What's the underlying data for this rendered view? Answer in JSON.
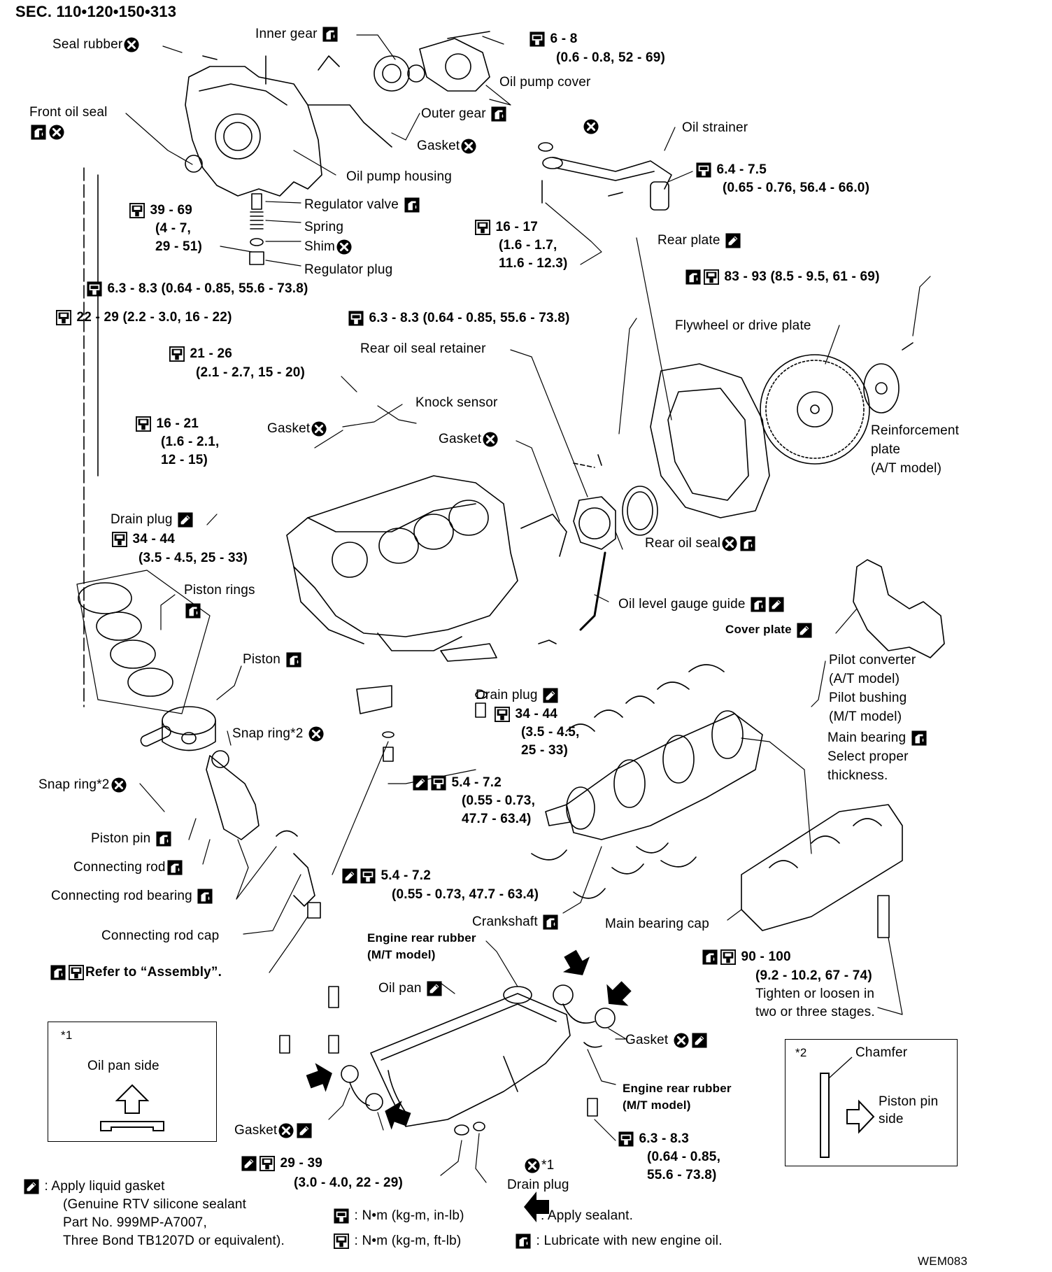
{
  "section": "SEC. 110•120•150•313",
  "figure_code": "WEM083",
  "labels": {
    "seal_rubber": "Seal rubber",
    "inner_gear": "Inner gear",
    "front_oil_seal": "Front oil seal",
    "oil_pump_cover": "Oil pump cover",
    "outer_gear": "Outer gear",
    "gasket": "Gasket",
    "oil_pump_housing": "Oil pump housing",
    "regulator_valve": "Regulator valve",
    "spring": "Spring",
    "shim": "Shim",
    "regulator_plug": "Regulator plug",
    "oil_strainer": "Oil strainer",
    "rear_plate": "Rear plate",
    "flywheel": "Flywheel or drive plate",
    "rear_oil_seal_retainer": "Rear oil seal retainer",
    "knock_sensor": "Knock sensor",
    "reinforcement_plate_1": "Reinforcement",
    "reinforcement_plate_2": "plate",
    "reinforcement_plate_3": "(A/T model)",
    "drain_plug": "Drain plug",
    "rear_oil_seal": "Rear oil seal",
    "piston_rings": "Piston rings",
    "oil_level_gauge_guide": "Oil level gauge guide",
    "cover_plate": "Cover plate",
    "piston": "Piston",
    "pilot_converter": "Pilot converter",
    "at_model": "(A/T model)",
    "pilot_bushing": "Pilot bushing",
    "mt_model": "(M/T model)",
    "snap_ring_2": "Snap ring*2",
    "main_bearing": "Main bearing",
    "select_proper": "Select proper",
    "thickness": "thickness.",
    "piston_pin": "Piston pin",
    "connecting_rod": "Connecting rod",
    "connecting_rod_bearing": "Connecting rod bearing",
    "connecting_rod_cap": "Connecting rod cap",
    "crankshaft": "Crankshaft",
    "main_bearing_cap": "Main bearing cap",
    "refer_assembly": "Refer to “Assembly”.",
    "engine_rear_rubber": "Engine rear rubber",
    "oil_pan": "Oil pan",
    "tighten_1": "Tighten or loosen in",
    "tighten_2": "two or three stages."
  },
  "torques": {
    "t1_a": "6 - 8",
    "t1_b": "(0.6 - 0.8, 52 - 69)",
    "t2_a": "6.4 - 7.5",
    "t2_b": "(0.65 - 0.76, 56.4 - 66.0)",
    "t3_a": "39 - 69",
    "t3_b": "(4 - 7,",
    "t3_c": "29 - 51)",
    "t4_a": "16 - 17",
    "t4_b": "(1.6 - 1.7,",
    "t4_c": "11.6 - 12.3)",
    "t5": "6.3 - 8.3 (0.64 - 0.85, 55.6 - 73.8)",
    "t6": "22 - 29 (2.2 - 3.0, 16 - 22)",
    "t7": "83 - 93 (8.5 - 9.5, 61 - 69)",
    "t8": "6.3 - 8.3 (0.64 - 0.85, 55.6 - 73.8)",
    "t9_a": "21 - 26",
    "t9_b": "(2.1 - 2.7, 15 - 20)",
    "t10_a": "16 - 21",
    "t10_b": "(1.6 - 2.1,",
    "t10_c": "12 - 15)",
    "t11_a": "34 - 44",
    "t11_b": "(3.5 - 4.5, 25 - 33)",
    "t12_a": "34 - 44",
    "t12_b": "(3.5 - 4.5,",
    "t12_c": "25 - 33)",
    "t13_a": "5.4 - 7.2",
    "t13_b": "(0.55 - 0.73,",
    "t13_c": "47.7 - 63.4)",
    "t14_a": "5.4 - 7.2",
    "t14_b": "(0.55 - 0.73, 47.7 - 63.4)",
    "t15_a": "90 - 100",
    "t15_b": "(9.2 - 10.2, 67 - 74)",
    "t16_a": "29 - 39",
    "t16_b": "(3.0 - 4.0, 22 - 29)",
    "t17_a": "6.3 - 8.3",
    "t17_b": "(0.64 - 0.85,",
    "t17_c": "55.6 - 73.8)"
  },
  "inset1": {
    "marker": "*1",
    "label": "Oil pan side"
  },
  "inset2": {
    "marker": "*2",
    "chamfer": "Chamfer",
    "side_1": "Piston pin",
    "side_2": "side"
  },
  "note_star1": "*1",
  "legend": {
    "liquid_gasket_1": ": Apply liquid gasket",
    "liquid_gasket_2": "(Genuine RTV silicone sealant",
    "liquid_gasket_3": "Part No. 999MP-A7007,",
    "liquid_gasket_4": "Three Bond TB1207D or equivalent).",
    "nm_inlb": ": N•m (kg-m, in-lb)",
    "nm_ftlb": ": N•m (kg-m, ft-lb)",
    "apply_sealant": ": Apply sealant.",
    "lubricate": ": Lubricate with new engine oil."
  }
}
